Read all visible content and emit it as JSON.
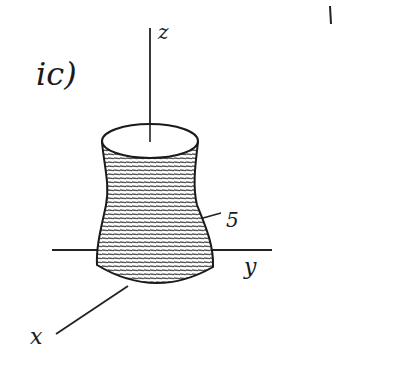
{
  "diagram": {
    "labels": [
      "ic)",
      "z",
      "5",
      "y",
      "x"
    ]
  }
}
